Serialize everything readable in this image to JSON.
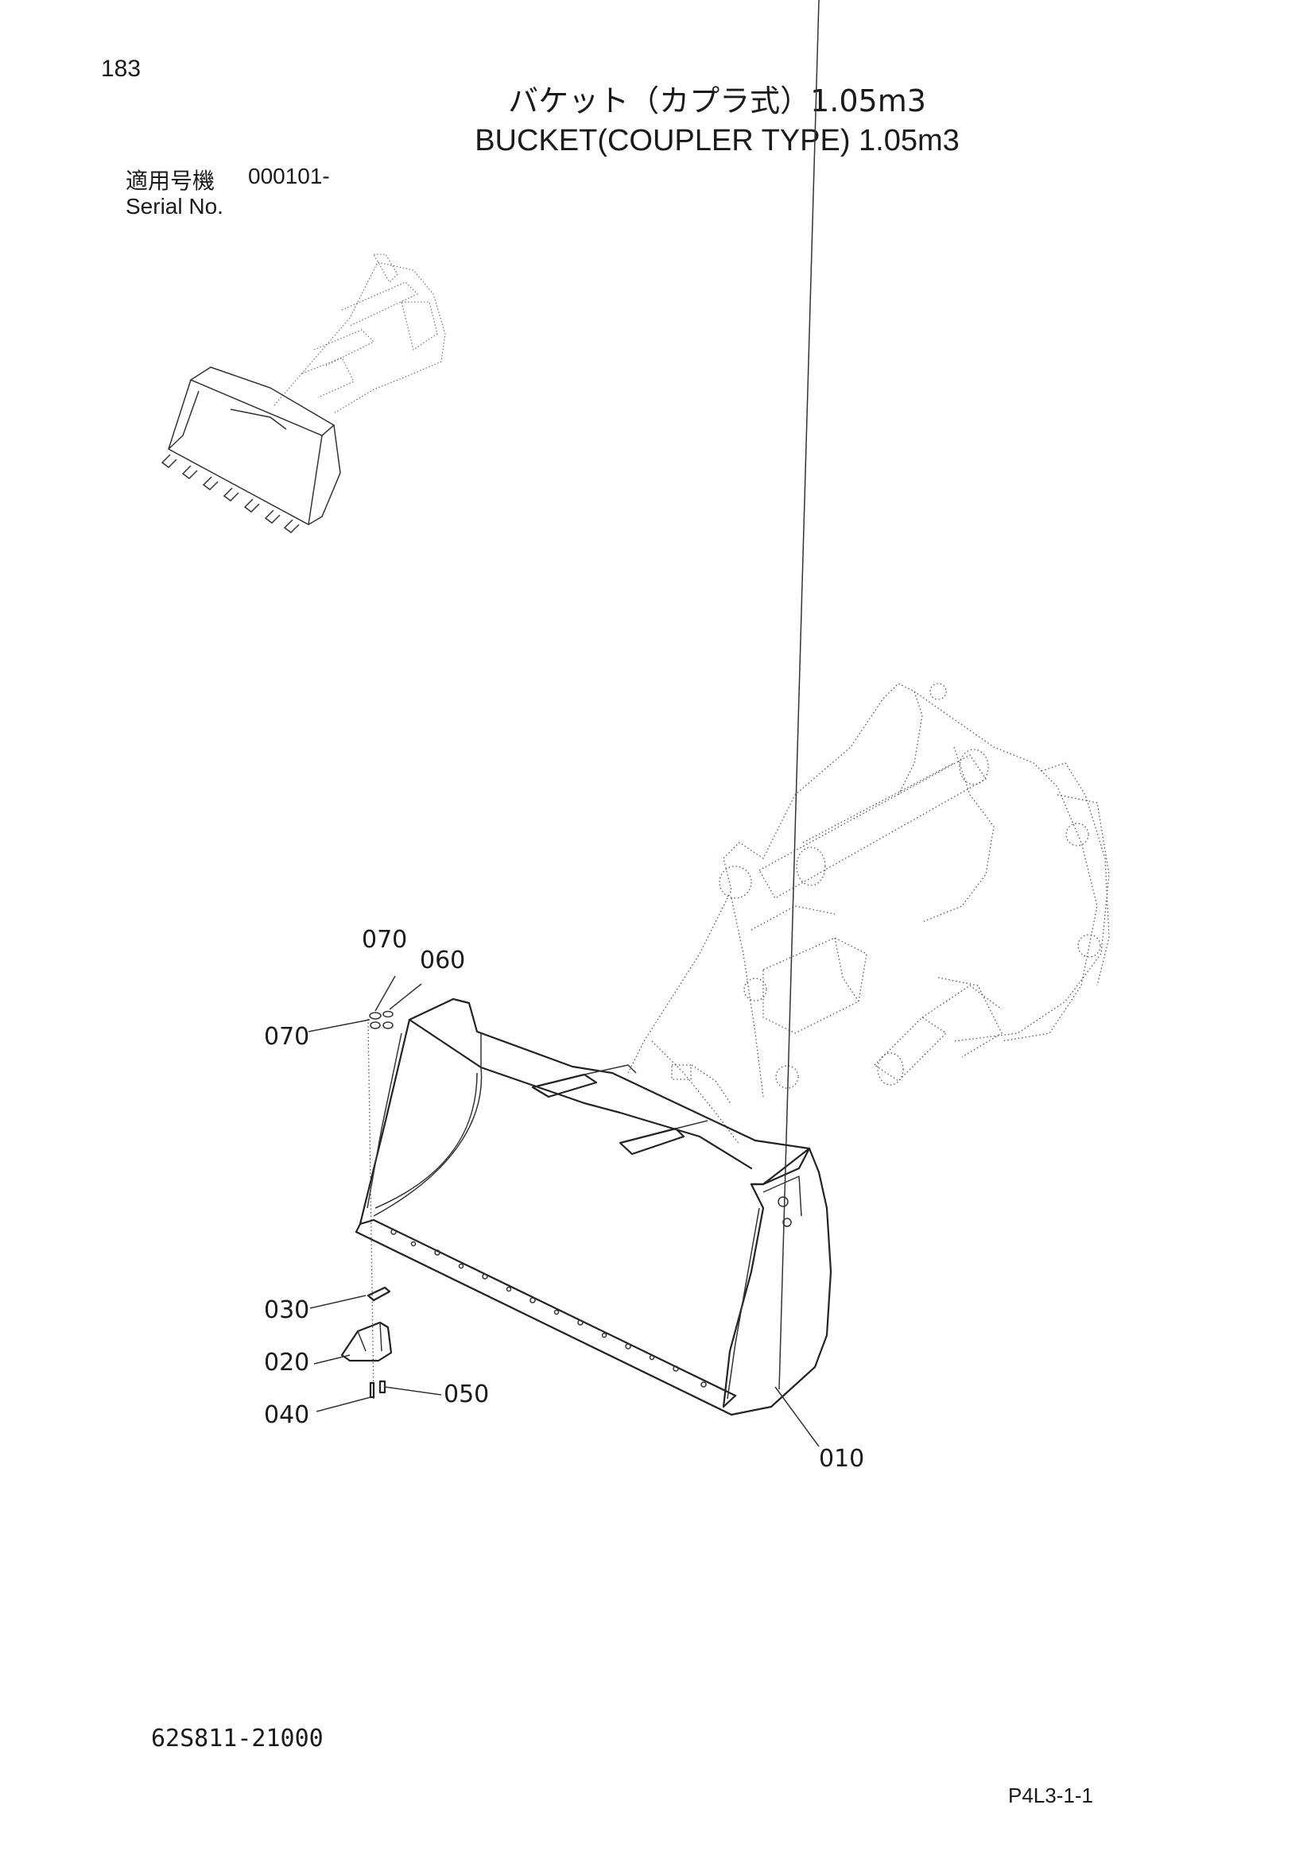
{
  "header": {
    "page_number": "183",
    "title_jp": "バケット（カプラ式）1.05m3",
    "title_en": "BUCKET(COUPLER TYPE) 1.05m3",
    "serial_label_jp": "適用号機",
    "serial_value": "000101-",
    "serial_label_en": "Serial No."
  },
  "callouts": [
    {
      "id": "010",
      "label": "010"
    },
    {
      "id": "020",
      "label": "020"
    },
    {
      "id": "030",
      "label": "030"
    },
    {
      "id": "040",
      "label": "040"
    },
    {
      "id": "050",
      "label": "050"
    },
    {
      "id": "060",
      "label": "060"
    },
    {
      "id": "070a",
      "label": "070"
    },
    {
      "id": "070b",
      "label": "070"
    }
  ],
  "footer": {
    "drawing_number": "62S811-21000",
    "page_code": "P4L3-1-1"
  }
}
